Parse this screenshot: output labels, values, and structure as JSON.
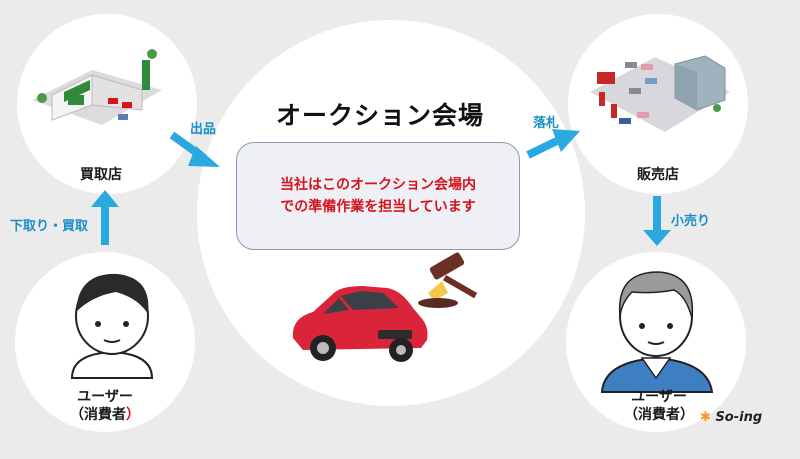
{
  "hub": {
    "title": "オークション会場",
    "message_line1": "当社はこのオークション会場内",
    "message_line2": "での準備作業を担当しています"
  },
  "nodes": {
    "buy_store": "買取店",
    "sell_store": "販売店",
    "user_left": {
      "line1": "ユーザー",
      "line2_open": "（消費者",
      "line2_close": "）"
    },
    "user_right": {
      "line1": "ユーザー",
      "line2": "（消費者）"
    }
  },
  "flows": {
    "trade_in": "下取り・買取",
    "listing": "出品",
    "winning_bid": "落札",
    "retail": "小売り"
  },
  "logo": "So-ing",
  "colors": {
    "arrow": "#2aa8e0",
    "arrow_text": "#1a8fc9",
    "message_text": "#d5141b",
    "accent_red": "#d5141b",
    "background": "#ebebeb"
  }
}
